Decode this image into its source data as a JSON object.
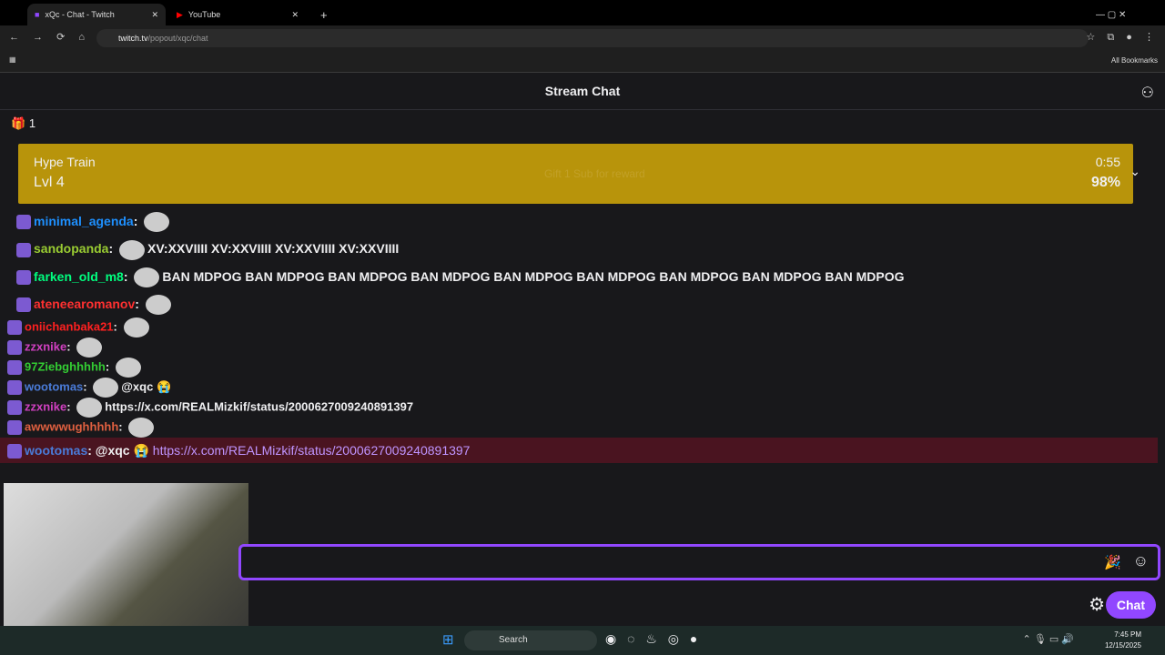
{
  "browser": {
    "tabs": [
      {
        "title": "xQc - Chat - Twitch"
      },
      {
        "title": "YouTube"
      }
    ],
    "url_domain": "twitch.tv",
    "url_path": "/popout/xqc/chat",
    "bookmarks_label": "All Bookmarks"
  },
  "header": {
    "title": "Stream Chat"
  },
  "gift_count": "1",
  "hype_train": {
    "title": "Hype Train",
    "level": "Lvl 4",
    "time": "0:55",
    "percent": "98%",
    "reward": "Gift 1 Sub for reward"
  },
  "messages": [
    {
      "user": "minimal_agenda",
      "color": "#1e90ff",
      "text": ""
    },
    {
      "user": "sandopanda",
      "color": "#9acd32",
      "text": "XV:XXVIIII XV:XXVIIII XV:XXVIIII XV:XXVIIII"
    },
    {
      "user": "farken_old_m8",
      "color": "#00ff7f",
      "text": "BAN MDPOG BAN MDPOG BAN MDPOG BAN MDPOG BAN MDPOG BAN MDPOG BAN MDPOG BAN MDPOG BAN MDPOG"
    },
    {
      "user": "ateneearomanov",
      "color": "#ff3030",
      "text": ""
    },
    {
      "user": "oniichanbaka21",
      "color": "#ff2020",
      "text": ""
    },
    {
      "user": "zzxnike",
      "color": "#d040c0",
      "text": ""
    },
    {
      "user": "97Ziebghhhhh",
      "color": "#33cc33",
      "text": ""
    },
    {
      "user": "wootomas",
      "color": "#4a7bd8",
      "text": "@xqc 😭"
    },
    {
      "user": "zzxnike",
      "color": "#d040c0",
      "text": "https://x.com/REALMizkif/status/2000627009240891397"
    },
    {
      "user": "awwwwughhhhh",
      "color": "#e06040",
      "text": ""
    }
  ],
  "highlight": {
    "user": "wootomas",
    "mention": "@xqc 😭",
    "link": "https://x.com/REALMizkif/status/2000627009240891397"
  },
  "input": {
    "placeholder": ""
  },
  "chat_button": "Chat",
  "taskbar": {
    "search": "Search",
    "time": "7:45 PM",
    "date": "12/15/2025"
  }
}
